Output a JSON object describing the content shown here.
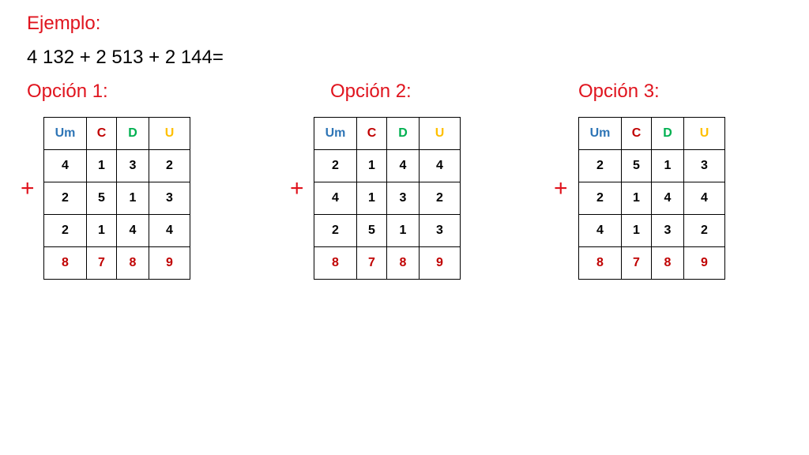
{
  "title": "Ejemplo:",
  "expression": "4 132 + 2 513 + 2 144=",
  "plus_sign": "+",
  "column_headers": [
    {
      "label": "Um",
      "color": "#2e75b6"
    },
    {
      "label": "C",
      "color": "#c00000"
    },
    {
      "label": "D",
      "color": "#00b050"
    },
    {
      "label": "U",
      "color": "#ffc000"
    }
  ],
  "result_color": "#c00000",
  "options": [
    {
      "label": "Opción 1:",
      "rows": [
        [
          "4",
          "1",
          "3",
          "2"
        ],
        [
          "2",
          "5",
          "1",
          "3"
        ],
        [
          "2",
          "1",
          "4",
          "4"
        ]
      ],
      "result": [
        "8",
        "7",
        "8",
        "9"
      ]
    },
    {
      "label": "Opción 2:",
      "rows": [
        [
          "2",
          "1",
          "4",
          "4"
        ],
        [
          "4",
          "1",
          "3",
          "2"
        ],
        [
          "2",
          "5",
          "1",
          "3"
        ]
      ],
      "result": [
        "8",
        "7",
        "8",
        "9"
      ]
    },
    {
      "label": "Opción 3:",
      "rows": [
        [
          "2",
          "5",
          "1",
          "3"
        ],
        [
          "2",
          "1",
          "4",
          "4"
        ],
        [
          "4",
          "1",
          "3",
          "2"
        ]
      ],
      "result": [
        "8",
        "7",
        "8",
        "9"
      ]
    }
  ]
}
